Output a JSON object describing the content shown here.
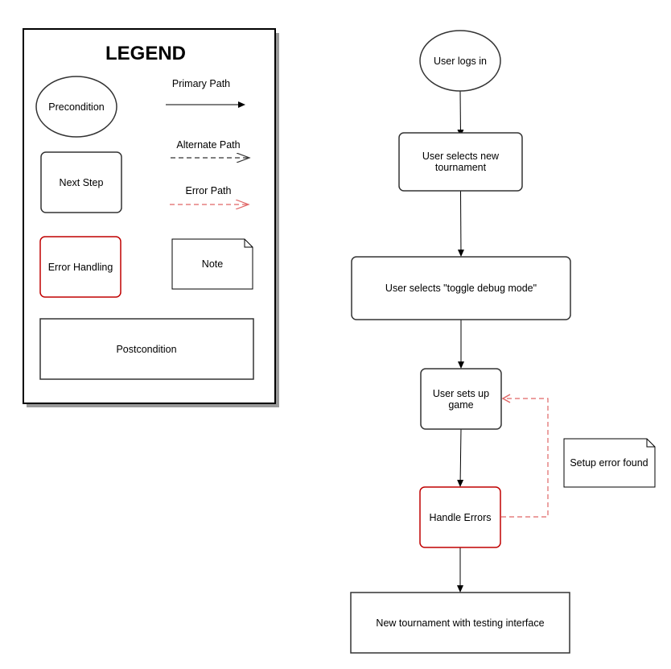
{
  "legend": {
    "title": "LEGEND",
    "precondition": "Precondition",
    "next_step": "Next Step",
    "error_handling": "Error Handling",
    "note": "Note",
    "postcondition": "Postcondition",
    "primary_path": "Primary Path",
    "alternate_path": "Alternate Path",
    "error_path": "Error Path"
  },
  "flow": {
    "start": "User logs in",
    "step1": [
      "User selects new",
      "tournament"
    ],
    "step2": "User selects \"toggle debug mode\"",
    "step3": [
      "User sets up",
      "game"
    ],
    "error": "Handle Errors",
    "end": "New tournament with testing interface",
    "note": "Setup error found"
  },
  "colors": {
    "error_red": "#c00000",
    "error_path": "#e06666",
    "stroke": "#333333"
  }
}
